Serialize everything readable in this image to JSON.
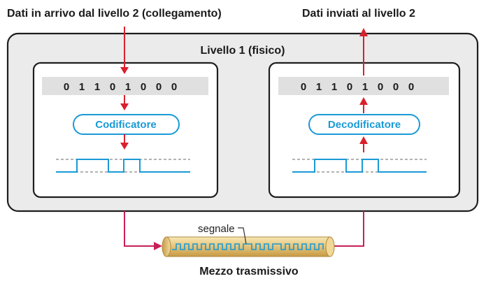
{
  "input_label": "Dati in arrivo dal livello 2 (collegamento)",
  "output_label": "Dati inviati al livello 2",
  "layer_label": "Livello 1 (fisico)",
  "encoder": {
    "bits": [
      "0",
      "1",
      "1",
      "0",
      "1",
      "0",
      "0",
      "0"
    ],
    "label": "Codificatore"
  },
  "decoder": {
    "bits": [
      "0",
      "1",
      "1",
      "0",
      "1",
      "0",
      "0",
      "0"
    ],
    "label": "Decodificatore"
  },
  "medium": {
    "signal_label": "segnale",
    "label": "Mezzo trasmissivo"
  },
  "colors": {
    "arrow_red": "#d9202e",
    "wire_magenta": "#c8205a",
    "accent_blue": "#1a9ad6",
    "layer_bg": "#ebebeb",
    "bit_bar": "#e0e0e0",
    "cable_gold": "#e4c680"
  }
}
